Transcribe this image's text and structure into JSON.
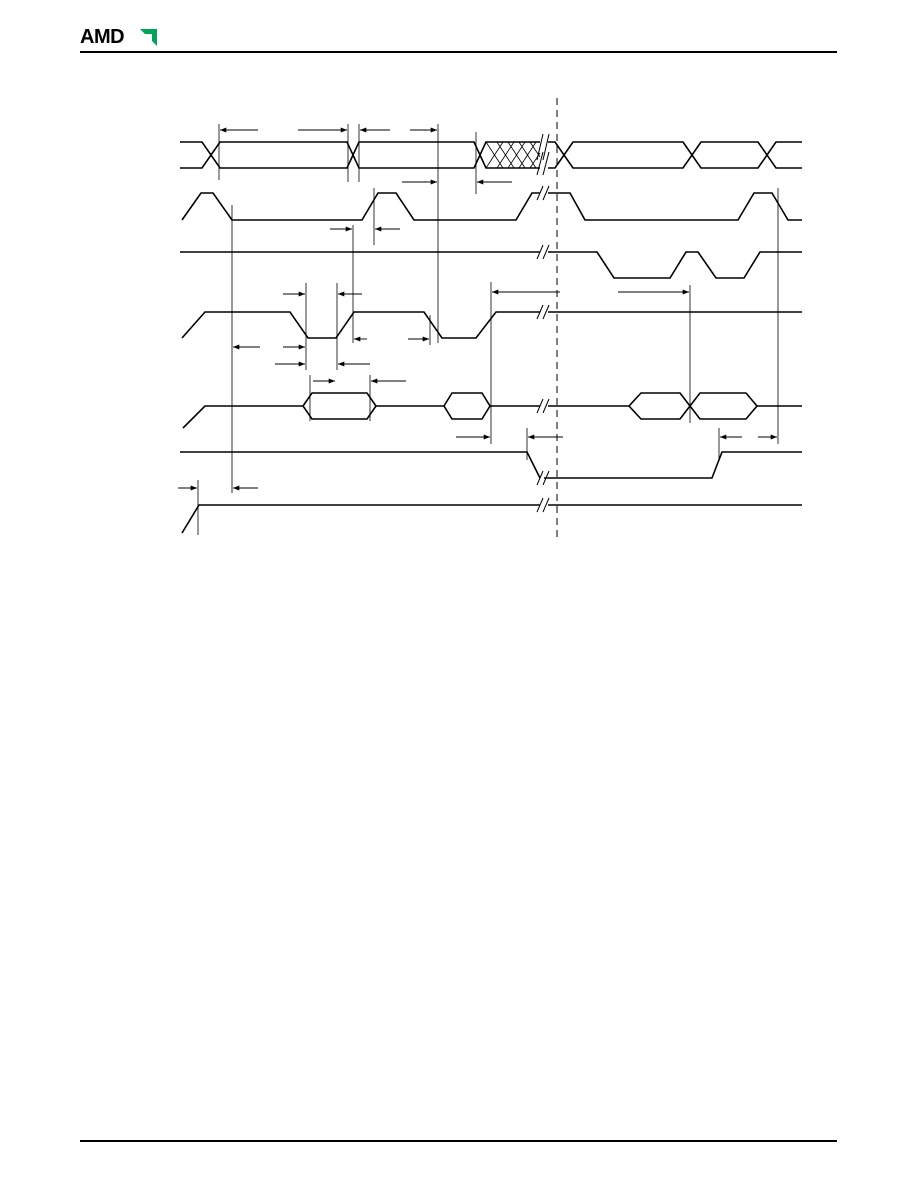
{
  "header": {
    "logo_text": "AMD",
    "logo_icon": "amd-arrow-icon"
  },
  "diagram": {
    "type": "timing-diagram",
    "signal_count": 7,
    "break_markers": "//",
    "line_color": "#000000"
  }
}
